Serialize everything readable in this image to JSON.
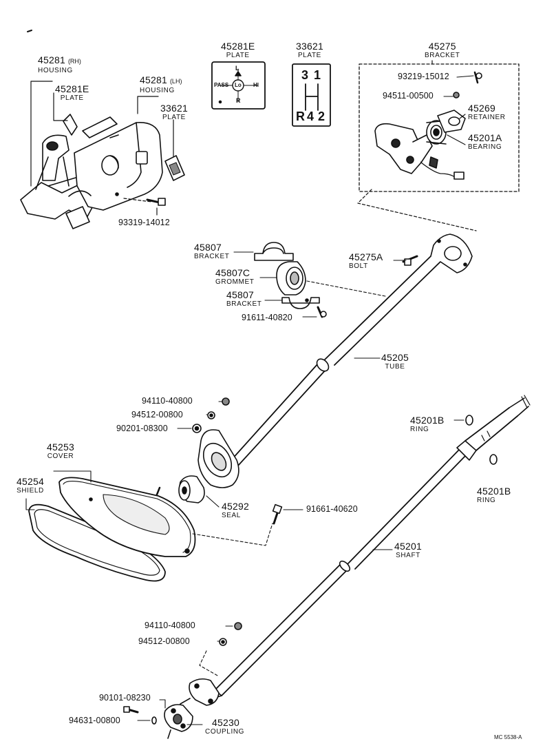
{
  "callouts": {
    "housing_rh": {
      "number": "45281",
      "side": "(RH)",
      "name": "HOUSING"
    },
    "plate_45281e_left": {
      "number": "45281E",
      "name": "PLATE"
    },
    "housing_lh": {
      "number": "45281",
      "side": "(LH)",
      "name": "HOUSING"
    },
    "plate_33621_left": {
      "number": "33621",
      "name": "PLATE"
    },
    "screw_93319": {
      "number": "93319-14012"
    },
    "plate_45281e_top": {
      "number": "45281E",
      "name": "PLATE"
    },
    "plate_33621_top": {
      "number": "33621",
      "name": "PLATE"
    },
    "bracket_45275": {
      "number": "45275",
      "name": "BRACKET"
    },
    "screw_93219": {
      "number": "93219-15012"
    },
    "washer_94511": {
      "number": "94511-00500"
    },
    "retainer_45269": {
      "number": "45269",
      "name": "RETAINER"
    },
    "bearing_45201a": {
      "number": "45201A",
      "name": "BEARING"
    },
    "bracket_45807_top": {
      "number": "45807",
      "name": "BRACKET"
    },
    "grommet_45807c": {
      "number": "45807C",
      "name": "GROMMET"
    },
    "bracket_45807_bottom": {
      "number": "45807",
      "name": "BRACKET"
    },
    "bolt_91611": {
      "number": "91611-40820"
    },
    "bolt_45275a": {
      "number": "45275A",
      "name": "BOLT"
    },
    "tube_45205": {
      "number": "45205",
      "name": "TUBE"
    },
    "nut_94110_a": {
      "number": "94110-40800"
    },
    "washer_94512_a": {
      "number": "94512-00800"
    },
    "washer_90201": {
      "number": "90201-08300"
    },
    "cover_45253": {
      "number": "45253",
      "name": "COVER"
    },
    "shield_45254": {
      "number": "45254",
      "name": "SHIELD"
    },
    "seal_45292": {
      "number": "45292",
      "name": "SEAL"
    },
    "bolt_91661": {
      "number": "91661-40620"
    },
    "ring_45201b_a": {
      "number": "45201B",
      "name": "RING"
    },
    "ring_45201b_b": {
      "number": "45201B",
      "name": "RING"
    },
    "shaft_45201": {
      "number": "45201",
      "name": "SHAFT"
    },
    "nut_94110_b": {
      "number": "94110-40800"
    },
    "washer_94512_b": {
      "number": "94512-00800"
    },
    "bolt_90101": {
      "number": "90101-08230"
    },
    "washer_94631": {
      "number": "94631-00800"
    },
    "coupling_45230": {
      "number": "45230",
      "name": "COUPLING"
    }
  },
  "light_plate": {
    "top": "L",
    "left": "PASS",
    "center": "Lo",
    "right": "HI",
    "bottom": "R"
  },
  "shift_plate": {
    "top_left": "3",
    "top_right": "1",
    "bottom_left": "R",
    "bottom_mid": "4",
    "bottom_right": "2"
  },
  "diagram_code": "MC 5538-A"
}
